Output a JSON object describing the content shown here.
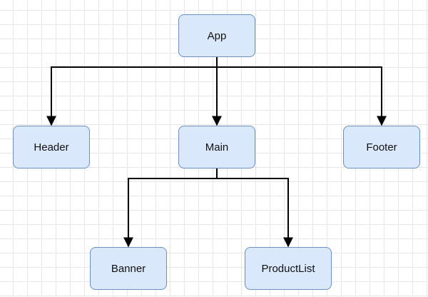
{
  "diagram": {
    "style": {
      "node_fill": "#dae8fc",
      "node_border": "#6c8ebf",
      "edge_color": "#000000",
      "grid_color": "#e7e7e7"
    },
    "nodes": {
      "app": {
        "label": "App"
      },
      "header": {
        "label": "Header"
      },
      "main": {
        "label": "Main"
      },
      "footer": {
        "label": "Footer"
      },
      "banner": {
        "label": "Banner"
      },
      "productlist": {
        "label": "ProductList"
      }
    },
    "edges": [
      {
        "from": "app",
        "to": "header"
      },
      {
        "from": "app",
        "to": "main"
      },
      {
        "from": "app",
        "to": "footer"
      },
      {
        "from": "main",
        "to": "banner"
      },
      {
        "from": "main",
        "to": "productlist"
      }
    ]
  }
}
